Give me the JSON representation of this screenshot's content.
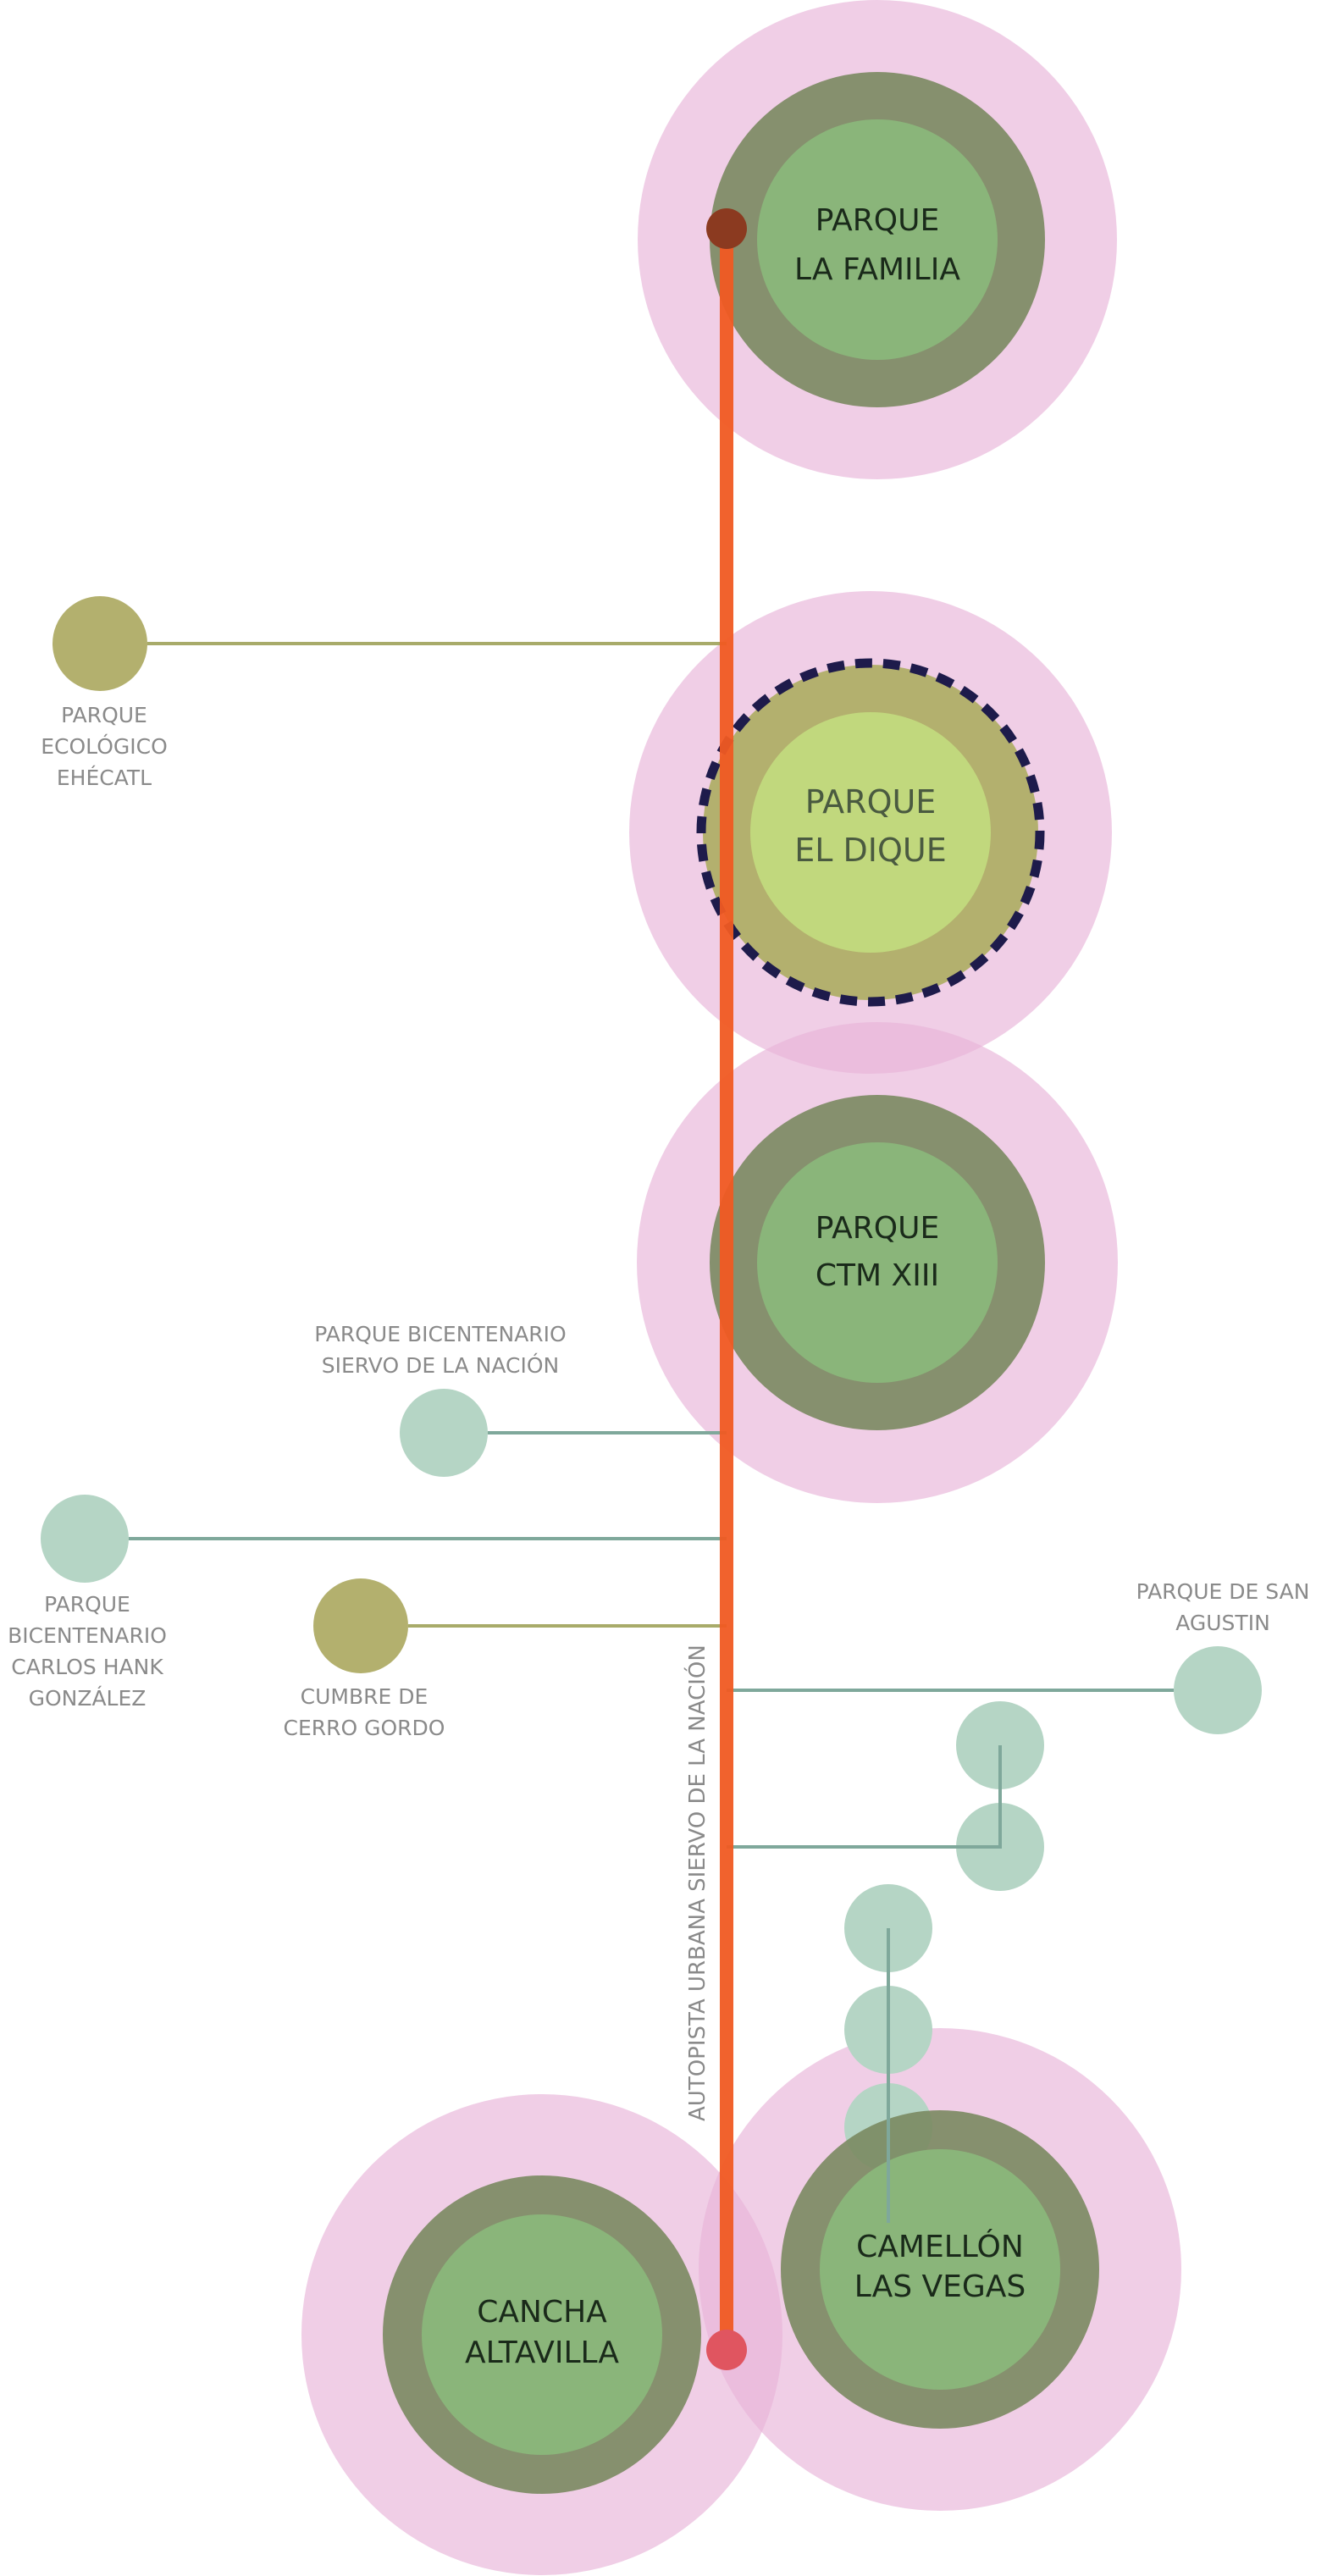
{
  "diagram": {
    "road_label": "AUTOPISTA URBANA SIERVO DE LA NACIÓN",
    "colors": {
      "halo": "#e8b4d8",
      "dark_ring": "#7a8a60",
      "inner_green": "#8ab57a",
      "olive": "#b3b06e",
      "lime": "#c1d87d",
      "mint": "#b5d5c5",
      "road": "#f05a22",
      "node_top": "#8b3a20",
      "node_bottom": "#e05560",
      "teal_line": "#7fa89b",
      "olive_line": "#a8ab6a",
      "dashed": "#1e1b4b"
    },
    "major_parks": {
      "familia": {
        "line1": "PARQUE",
        "line2": "LA FAMILIA"
      },
      "dique": {
        "line1": "PARQUE",
        "line2": "EL DIQUE"
      },
      "ctm": {
        "line1": "PARQUE",
        "line2": "CTM XIII"
      },
      "cancha": {
        "line1": "CANCHA",
        "line2": "ALTAVILLA"
      },
      "vegas": {
        "line1": "CAMELLÓN",
        "line2": "LAS VEGAS"
      }
    },
    "minor_parks": {
      "ehecatl": {
        "lines": [
          "PARQUE",
          "ECOLÓGICO",
          "EHÉCATL"
        ]
      },
      "siervo": {
        "lines": [
          "PARQUE BICENTENARIO",
          "SIERVO DE LA NACIÓN"
        ]
      },
      "hank": {
        "lines": [
          "PARQUE",
          "BICENTENARIO",
          "CARLOS HANK",
          "GONZÁLEZ"
        ]
      },
      "cumbre": {
        "lines": [
          "CUMBRE DE",
          "CERRO GORDO"
        ]
      },
      "san_agustin": {
        "lines": [
          "PARQUE DE SAN",
          "AGUSTIN"
        ]
      }
    }
  }
}
